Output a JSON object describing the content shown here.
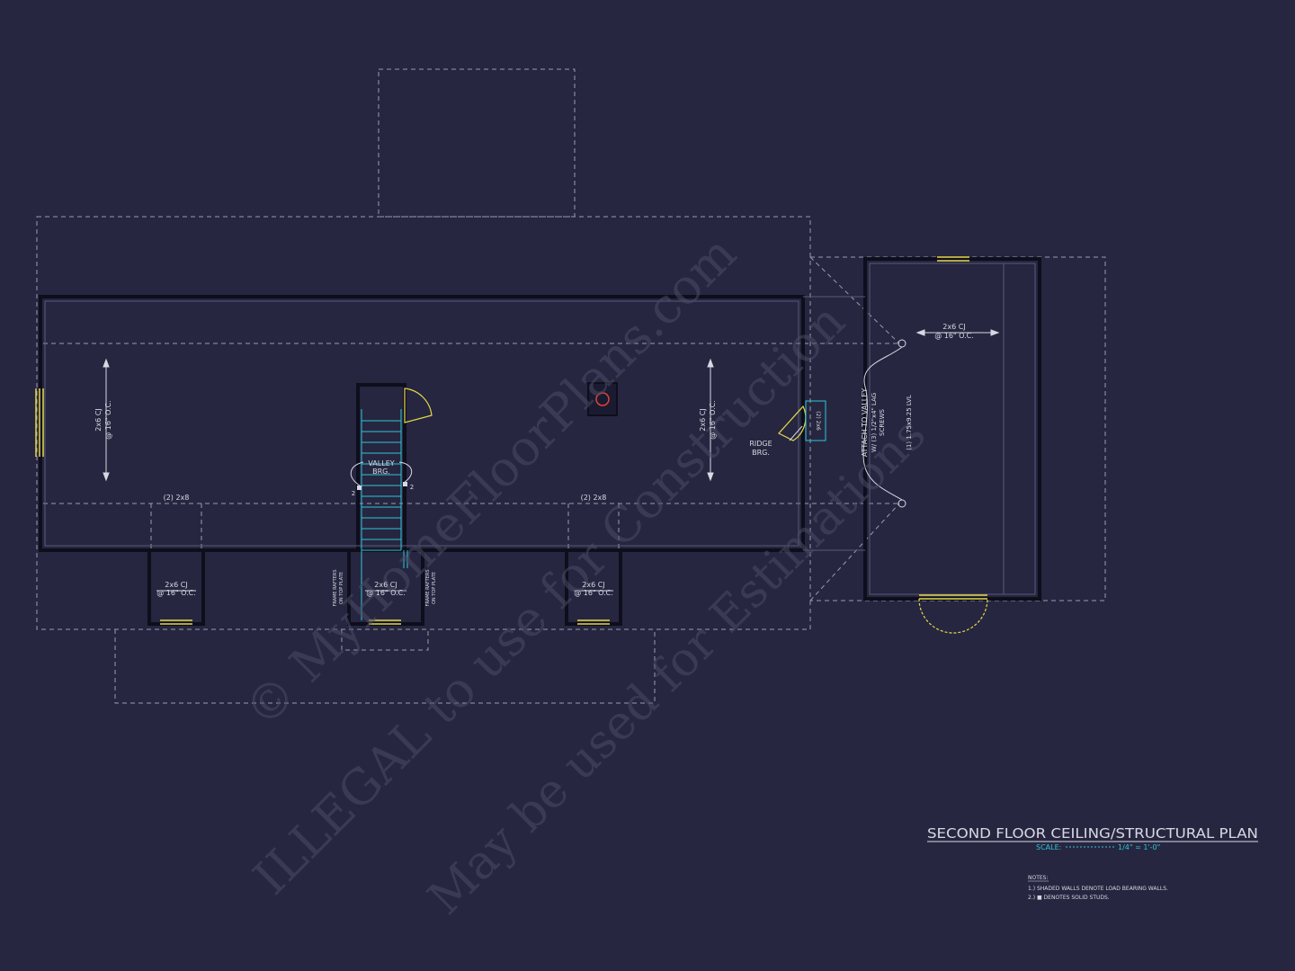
{
  "title_block": {
    "title": "SECOND FLOOR CEILING/STRUCTURAL PLAN",
    "scale_label": "SCALE:",
    "scale_value": "1/4\" = 1'-0\""
  },
  "notes": {
    "heading": "NOTES:",
    "items": [
      "1.) SHADED WALLS DENOTE LOAD BEARING WALLS.",
      "2.) ■ DENOTES SOLID STUDS."
    ]
  },
  "labels": {
    "cj_main": "2x6 CJ",
    "cj_spacing": "@ 16\" O.C.",
    "double_2x8": "(2) 2x8",
    "valley": "VALLEY",
    "brg": "BRG.",
    "ridge": "RIDGE",
    "frame_rafters": "FRAME RAFTERS",
    "on_top_plate": "ON TOP PLATE",
    "attach_valley": "ATTACH TO VALLEY",
    "lag_screws_1": "W/ (3) 1/2\"x4\" LAG",
    "lag_screws_2": "SCREWS",
    "lvl": "(1) 1.75x9.25 LVL",
    "double_2x6": "(2) 2x6",
    "post_mark": "2"
  },
  "watermark": {
    "line1": "© MyHomeFloorPlans.com",
    "line2": "ILLEGAL to use for Construction",
    "line3": "May be used for Estimations"
  },
  "colors": {
    "background": "#262640",
    "wall": "#0e0e1c",
    "dashed": "#9a9ab0",
    "text": "#d8d8e4",
    "window": "#e6d84a",
    "stair": "#2ec6d6",
    "scale_accent": "#2ec6d6",
    "fixture": "#e0443a"
  }
}
